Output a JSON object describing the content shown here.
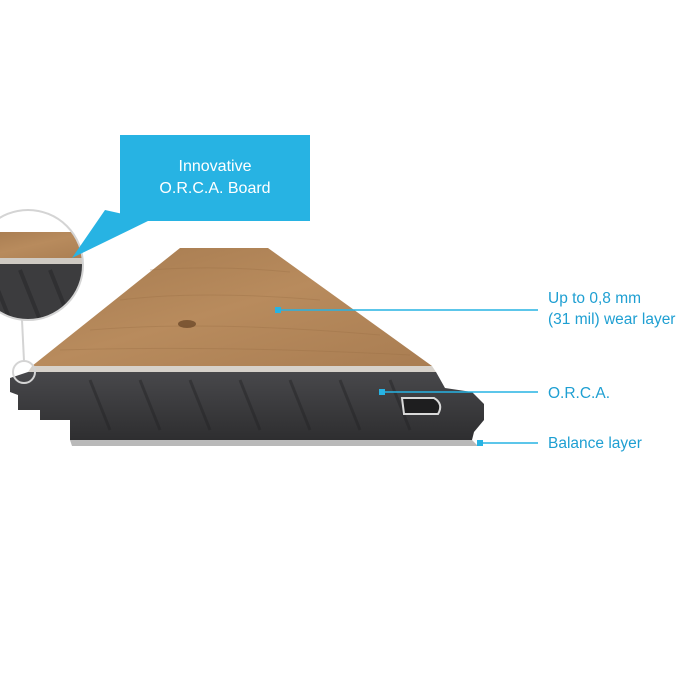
{
  "callout": {
    "line1": "Innovative",
    "line2": "O.R.C.A. Board"
  },
  "labels": {
    "wear_layer_line1": "Up to 0,8 mm",
    "wear_layer_line2": "(31 mil) wear layer",
    "orca": "O.R.C.A.",
    "balance_layer": "Balance layer"
  },
  "colors": {
    "accent": "#27b3e3",
    "label_text": "#1e9fd2",
    "wood_top": "#b3865a",
    "core": "#3a3a3c",
    "background": "#ffffff"
  },
  "icons": {
    "magnifier": "zoom-circle-icon",
    "leader_dot": "leader-dot-icon"
  }
}
